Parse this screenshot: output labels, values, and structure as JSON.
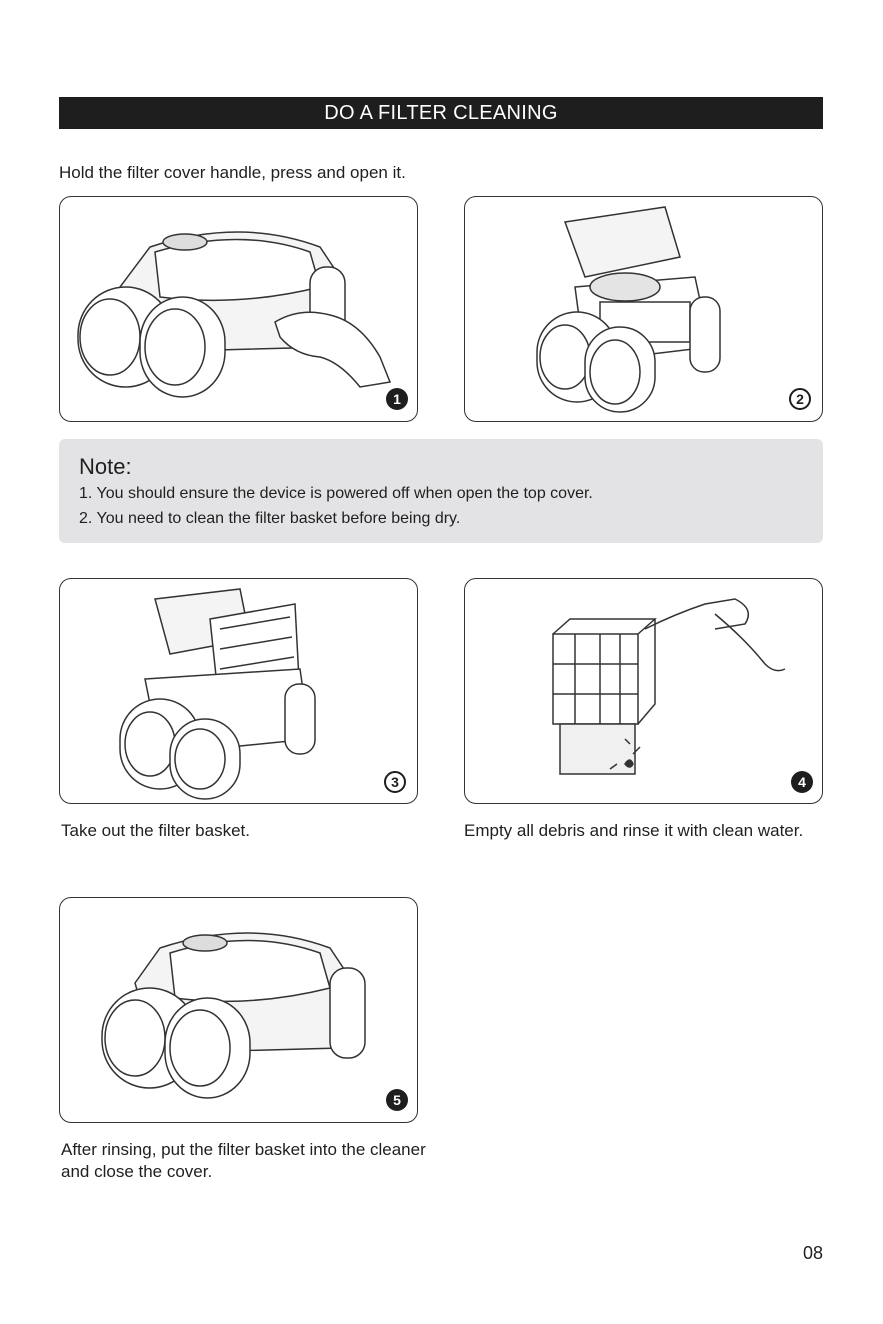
{
  "title": "DO A FILTER CLEANING",
  "step1_text": "Hold the filter cover handle, press and open it.",
  "note": {
    "title": "Note:",
    "lines": [
      "1. You should ensure the device is powered off when open the top cover.",
      "2. You need to clean the filter basket before being dry."
    ]
  },
  "steps": [
    {
      "number": "1",
      "caption": ""
    },
    {
      "number": "2",
      "caption": ""
    },
    {
      "number": "3",
      "caption": "Take out the filter basket."
    },
    {
      "number": "4",
      "caption": "Empty all debris and rinse it with clean water."
    },
    {
      "number": "5",
      "caption": "After rinsing, put the filter basket into the cleaner and close the cover."
    }
  ],
  "page_number": "08",
  "colors": {
    "banner": "#1e1e1e",
    "note_bg": "#e3e3e5"
  },
  "icons": [
    "robot-cleaner-illustration",
    "hand-illustration",
    "filter-basket-illustration",
    "water-hose-illustration"
  ]
}
